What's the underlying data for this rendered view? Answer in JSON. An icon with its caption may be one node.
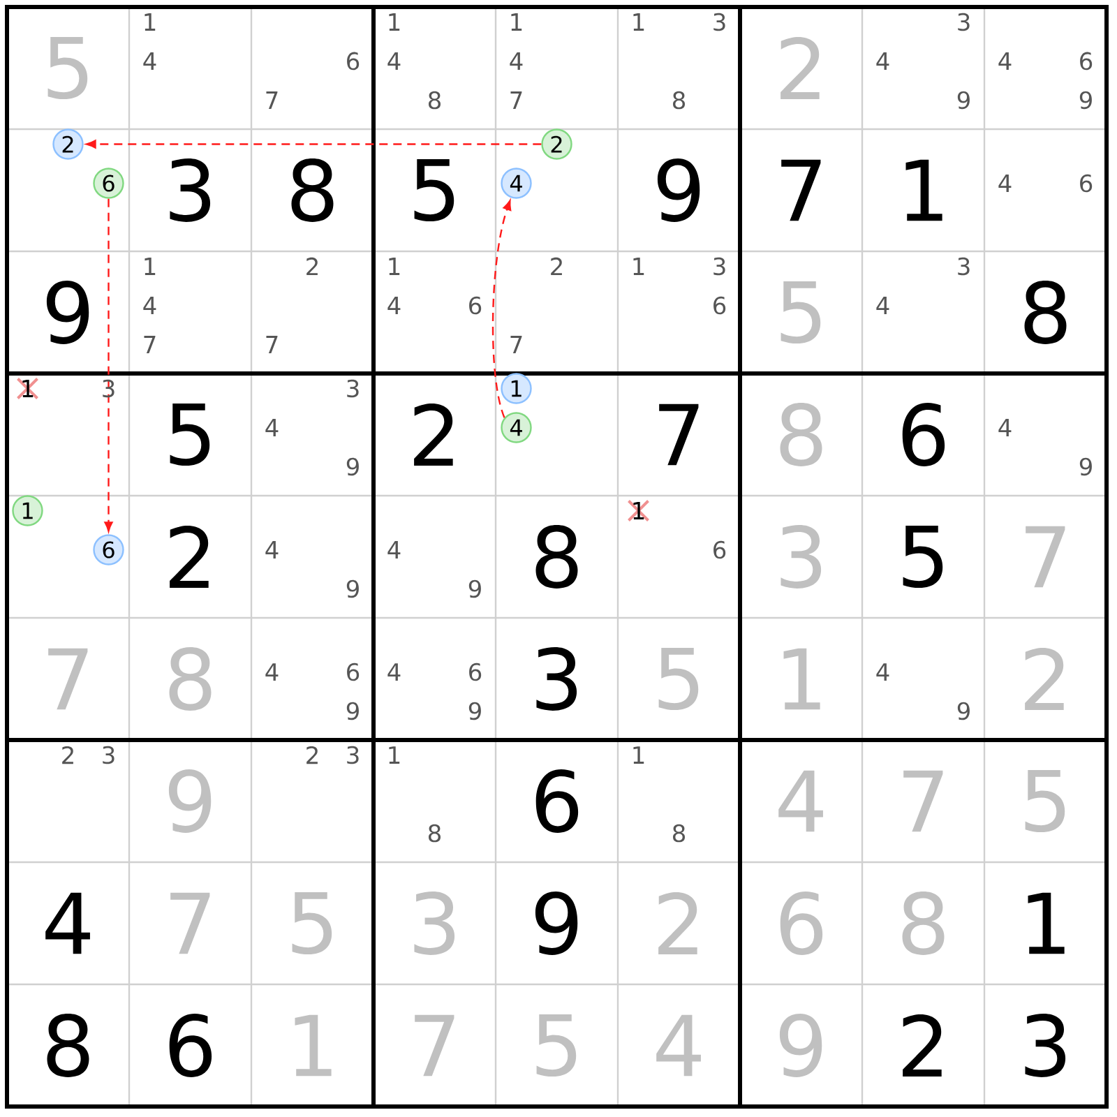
{
  "diagram": {
    "nodes": [
      {
        "text": [
          "2"
        ]
      },
      {
        "text": [
          "6"
        ]
      },
      {
        "text": [
          "2"
        ]
      },
      {
        "text": [
          "4"
        ]
      },
      {
        "text": [
          "1"
        ]
      },
      {
        "text": [
          "4"
        ]
      },
      {
        "text": [
          "1"
        ]
      },
      {
        "text": [
          "6"
        ]
      }
    ],
    "edges": [
      {
        "from": 2,
        "to": 0,
        "arrow": "to",
        "style": "dashed"
      },
      {
        "from": 1,
        "to": 7,
        "arrow": "to",
        "style": "dashed"
      },
      {
        "from": 5,
        "to": 3,
        "arrow": "to",
        "style": "dashed"
      }
    ],
    "labels": [
      "5",
      "1",
      "4",
      "6",
      "7",
      "1",
      "4",
      "8",
      "1",
      "4",
      "7",
      "1",
      "3",
      "8",
      "2",
      "3",
      "4",
      "9",
      "4",
      "6",
      "9",
      "3",
      "8",
      "5",
      "9",
      "7",
      "1",
      "4",
      "6",
      "9",
      "1",
      "4",
      "7",
      "2",
      "7",
      "1",
      "4",
      "6",
      "2",
      "7",
      "1",
      "3",
      "6",
      "5",
      "3",
      "4",
      "8",
      "1",
      "3",
      "5",
      "3",
      "4",
      "9",
      "2",
      "7",
      "8",
      "6",
      "4",
      "9",
      "2",
      "4",
      "9",
      "4",
      "9",
      "8",
      "1",
      "6",
      "3",
      "5",
      "7",
      "7",
      "8",
      "4",
      "6",
      "9",
      "4",
      "6",
      "9",
      "3",
      "5",
      "1",
      "4",
      "9",
      "2",
      "2",
      "3",
      "9",
      "2",
      "3",
      "1",
      "8",
      "6",
      "1",
      "8",
      "4",
      "7",
      "5",
      "4",
      "7",
      "5",
      "3",
      "9",
      "2",
      "6",
      "8",
      "1",
      "8",
      "6",
      "1",
      "7",
      "5",
      "4",
      "9",
      "2",
      "3"
    ]
  }
}
